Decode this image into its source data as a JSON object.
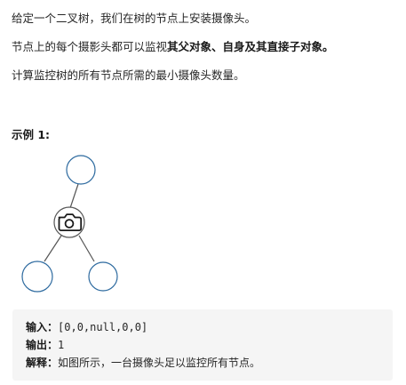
{
  "description": {
    "line1": "给定一个二叉树，我们在树的节点上安装摄像头。",
    "line2_prefix": "节点上的每个摄影头都可以监视",
    "line2_bold": "其父对象、自身及其直接子对象。",
    "line3": "计算监控树的所有节点所需的最小摄像头数量。"
  },
  "example": {
    "heading": "示例 1:",
    "diagram": {
      "nodes": [
        {
          "id": "root",
          "has_camera": false
        },
        {
          "id": "middle",
          "has_camera": true
        },
        {
          "id": "left-leaf",
          "has_camera": false
        },
        {
          "id": "right-leaf",
          "has_camera": false
        }
      ],
      "edges": [
        [
          "root",
          "middle"
        ],
        [
          "middle",
          "left-leaf"
        ],
        [
          "middle",
          "right-leaf"
        ]
      ],
      "icon": "camera-icon"
    },
    "input_label": "输入：",
    "input_value": "[0,0,null,0,0]",
    "output_label": "输出：",
    "output_value": "1",
    "explanation_label": "解释：",
    "explanation_value": "如图所示，一台摄像头足以监控所有节点。"
  }
}
